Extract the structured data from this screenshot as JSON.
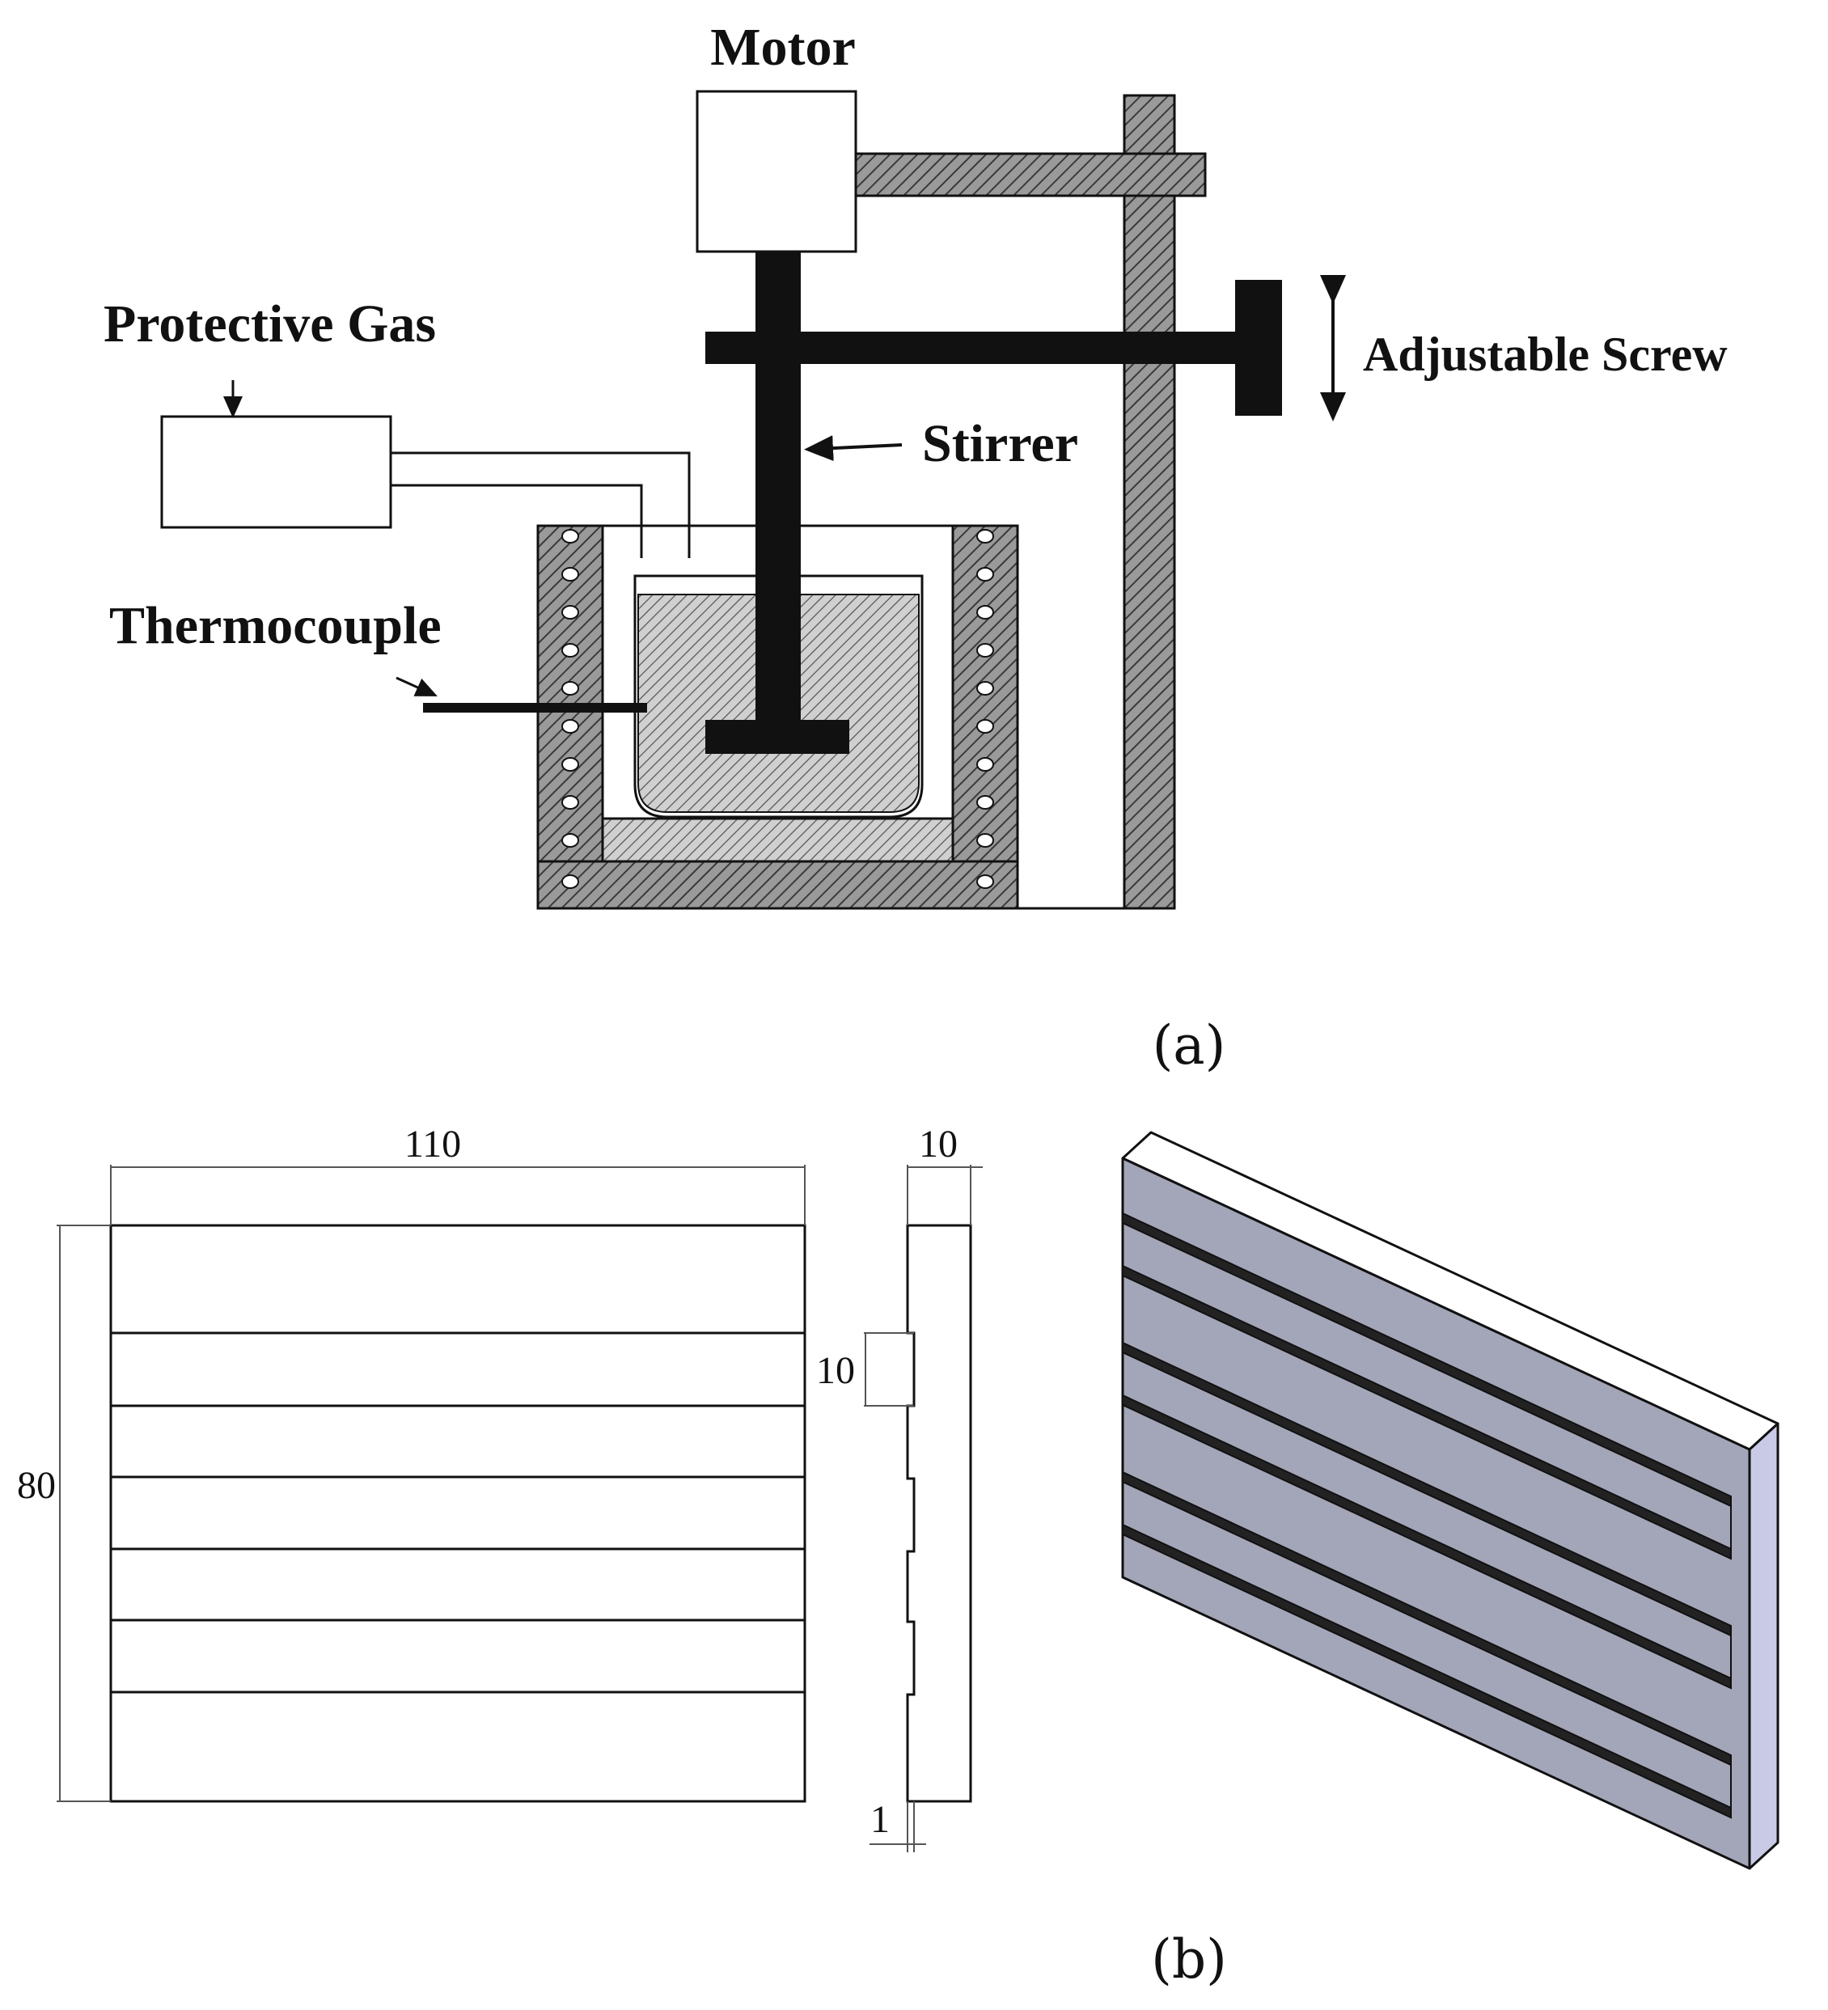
{
  "diagram_a": {
    "labels": {
      "motor": "Motor",
      "protective_gas": "Protective Gas",
      "adjustable_screw": "Adjustable Screw",
      "stirrer": "Stirrer",
      "thermocouple": "Thermocouple"
    },
    "caption": "(a)"
  },
  "diagram_b": {
    "dimensions": {
      "width": "110",
      "height": "80",
      "thickness": "10",
      "groove_width": "10",
      "groove_depth": "1"
    },
    "caption": "(b)"
  },
  "colors": {
    "line": "#111111",
    "hatch_fill": "#8a8a8a",
    "face_front": "#a3a5b8",
    "face_top": "#ffffff",
    "face_side": "#c9cbe6"
  }
}
